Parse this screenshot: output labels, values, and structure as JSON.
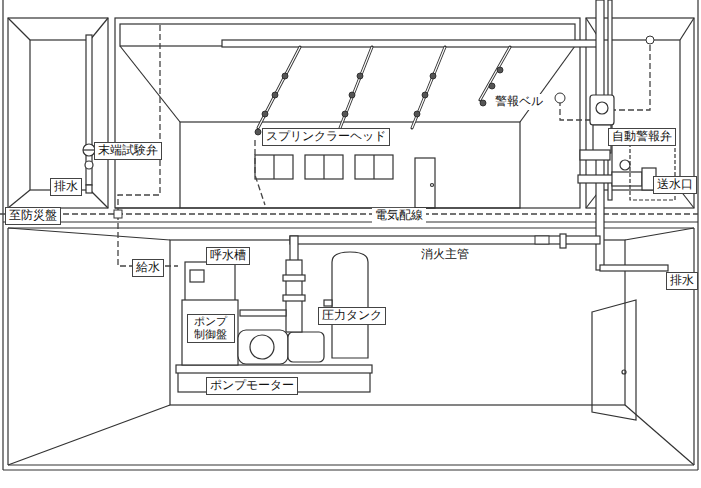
{
  "diagram": {
    "labels": [
      "末端試験弁",
      "排水",
      "スプリンクラーヘッド",
      "警報ベル",
      "自動警報弁",
      "送水口",
      "至防災盤",
      "電気配線",
      "消火主管",
      "排水",
      "給水",
      "呼水槽",
      "ポンプ 制御盤",
      "圧力タンク",
      "ポンプモーター"
    ]
  }
}
